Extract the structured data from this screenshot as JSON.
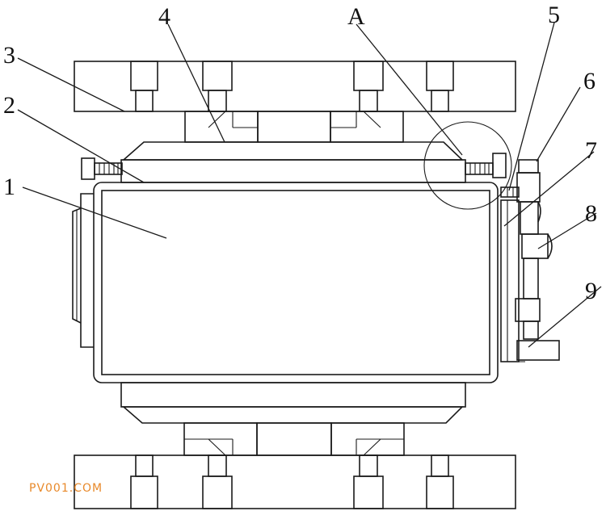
{
  "labels": {
    "l1": "1",
    "l2": "2",
    "l3": "3",
    "l4": "4",
    "lA": "A",
    "l5": "5",
    "l6": "6",
    "l7": "7",
    "l8": "8",
    "l9": "9"
  },
  "watermark": "PV001.COM"
}
